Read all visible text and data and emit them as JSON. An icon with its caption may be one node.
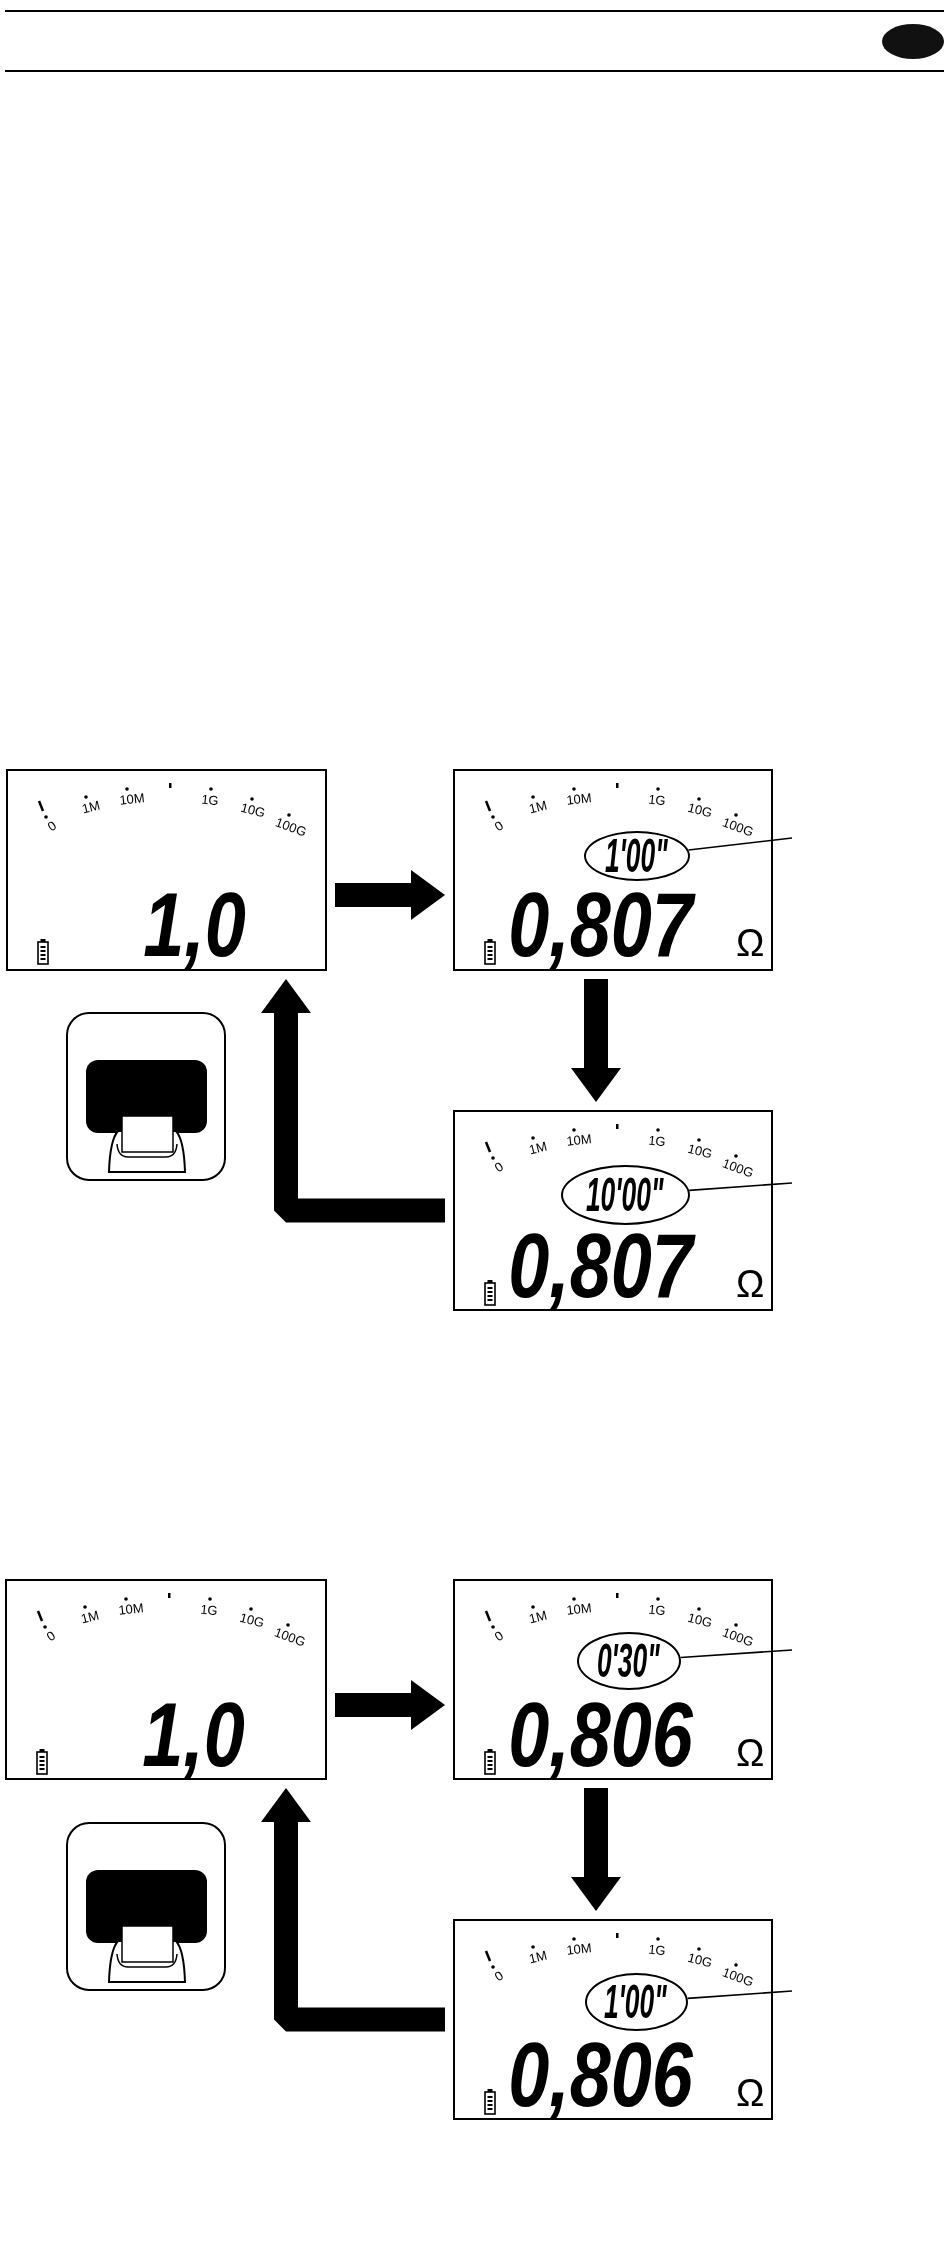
{
  "diagram": {
    "nodes": [
      {
        "text": [
          "0",
          "1M",
          "10M",
          "1G",
          "10G",
          "100G",
          "1,0"
        ]
      },
      {
        "text": [
          "0",
          "1M",
          "10M",
          "1G",
          "10G",
          "100G",
          "0,807",
          "Ω"
        ]
      },
      {
        "text": [
          "1'00\""
        ],
        "in": 1
      },
      {
        "text": [
          "0",
          "1M",
          "10M",
          "1G",
          "10G",
          "100G",
          "0,807",
          "Ω"
        ]
      },
      {
        "text": [
          "10'00\""
        ],
        "in": 3
      },
      {
        "text": [
          "0",
          "1M",
          "10M",
          "1G",
          "10G",
          "100G",
          "1,0"
        ]
      },
      {
        "text": [
          "0",
          "1M",
          "10M",
          "1G",
          "10G",
          "100G",
          "0,806",
          "Ω"
        ]
      },
      {
        "text": [
          "0'30\""
        ],
        "in": 6
      },
      {
        "text": [
          "0",
          "1M",
          "10M",
          "1G",
          "10G",
          "100G",
          "0,806",
          "Ω"
        ]
      },
      {
        "text": [
          "1'00\""
        ],
        "in": 8
      }
    ],
    "edges": [
      {
        "from": 0,
        "to": 1,
        "arrow": "to"
      },
      {
        "from": 1,
        "to": 3,
        "arrow": "to"
      },
      {
        "from": 3,
        "to": 0,
        "arrow": "to"
      },
      {
        "from": 2,
        "to": null,
        "arrow": "none"
      },
      {
        "from": 4,
        "to": null,
        "arrow": "none"
      },
      {
        "from": 5,
        "to": 6,
        "arrow": "to"
      },
      {
        "from": 6,
        "to": 8,
        "arrow": "to"
      },
      {
        "from": 8,
        "to": 5,
        "arrow": "to"
      },
      {
        "from": 7,
        "to": null,
        "arrow": "none"
      },
      {
        "from": 9,
        "to": null,
        "arrow": "none"
      }
    ]
  }
}
